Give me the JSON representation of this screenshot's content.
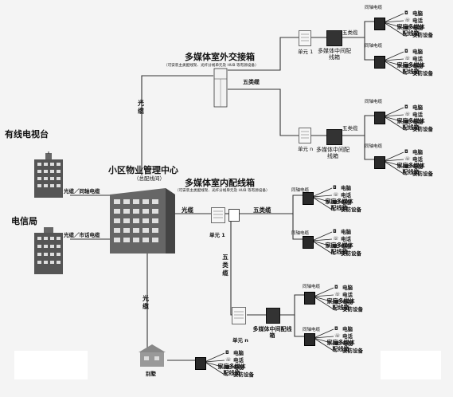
{
  "sources": {
    "tv_station": "有线电视台",
    "telecom": "电信局"
  },
  "center": {
    "title": "小区物业管理中心",
    "subtitle": "（总配线间）"
  },
  "outdoor_box": {
    "title": "多媒体室外交接箱",
    "note": "（可安装主类配线架、光纤分线单元及 HUB 等有源设备）"
  },
  "indoor_box": {
    "title": "多媒体室内配线箱",
    "note": "（可安装主类配线架、光纤分线单元及 HUB 等有源设备）"
  },
  "cable_labels": {
    "tv_link": "光缆／同轴电缆",
    "telecom_link": "光缆／市话电缆",
    "fiber": "光缆",
    "cat5": "五类缆",
    "cat5_vertical": "五类缆"
  },
  "units": {
    "unit1": "单元 1",
    "unitn": "单元 n"
  },
  "mid_box_label": "多媒体中间配线箱",
  "home_box_label": "家庭多媒体配线箱",
  "coax_label": "同轴电缆",
  "device_labels": [
    "电脑",
    "电话",
    "电视",
    "安防设备"
  ],
  "villa": {
    "label": "别墅"
  }
}
